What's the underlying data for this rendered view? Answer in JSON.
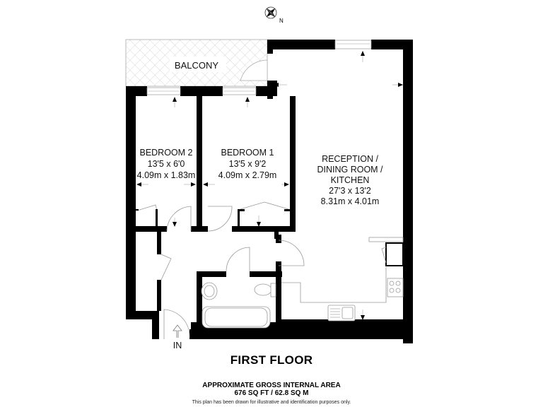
{
  "compass": {
    "icon": "compass-rose-icon",
    "label": "N"
  },
  "rooms": {
    "balcony": {
      "name": "BALCONY"
    },
    "bedroom2": {
      "name": "BEDROOM 2",
      "imperial": "13'5 x 6'0",
      "metric": "4.09m x 1.83m"
    },
    "bedroom1": {
      "name": "BEDROOM 1",
      "imperial": "13'5 x 9'2",
      "metric": "4.09m x 2.79m"
    },
    "reception": {
      "name_line1": "RECEPTION /",
      "name_line2": "DINING ROOM /",
      "name_line3": "KITCHEN",
      "imperial": "27'3 x 13'2",
      "metric": "8.31m x 4.01m"
    }
  },
  "entrance": {
    "label": "IN"
  },
  "footer": {
    "floor_title": "FIRST FLOOR",
    "area_line1": "APPROXIMATE GROSS INTERNAL AREA",
    "area_line2": "676 SQ FT / 62.8 SQ M",
    "disclaimer": "This plan has been drawn for illustrative and identification purposes only."
  },
  "colors": {
    "wall": "#000000",
    "fixture_line": "#9a9a9a",
    "background": "#ffffff"
  }
}
